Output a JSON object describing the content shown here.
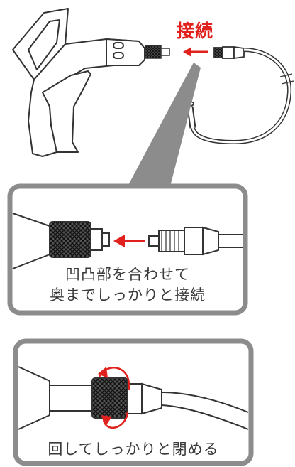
{
  "title": "接続",
  "step1": {
    "line1": "凹凸部を合わせて",
    "line2": "奥までしっかりと接続"
  },
  "step2": {
    "caption": "回してしっかりと閉める"
  },
  "colors": {
    "accent": "#e0211d",
    "frame": "#8c8c8c",
    "stroke": "#333333",
    "body": "#ffffff"
  }
}
